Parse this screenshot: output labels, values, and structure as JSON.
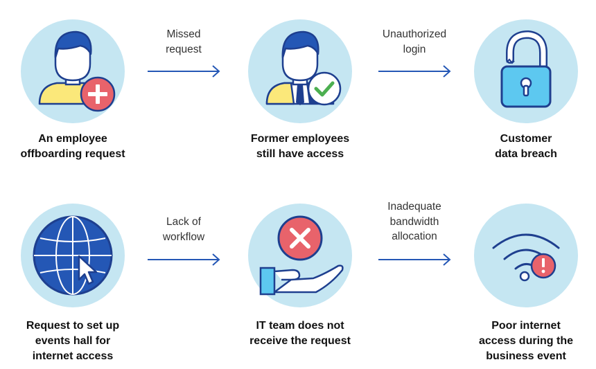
{
  "colors": {
    "circle": "#c5e6f2",
    "outline": "#1e3f8f",
    "hair": "#2457b5",
    "shirt_yellow": "#fbe87a",
    "alert_red": "#e8636b",
    "check_green": "#4caf50",
    "lock_blue": "#5dc8f0",
    "arrow": "#2457b5"
  },
  "row1": {
    "step1": {
      "icon": "employee-add-icon",
      "caption": [
        "An employee",
        "offboarding request"
      ]
    },
    "arrow1": {
      "label": [
        "Missed",
        "request"
      ]
    },
    "step2": {
      "icon": "employee-check-icon",
      "caption": [
        "Former employees",
        "still have access"
      ]
    },
    "arrow2": {
      "label": [
        "Unauthorized",
        "login"
      ]
    },
    "step3": {
      "icon": "broken-lock-icon",
      "caption": [
        "Customer",
        "data breach"
      ]
    }
  },
  "row2": {
    "step1": {
      "icon": "globe-cursor-icon",
      "caption": [
        "Request to set up",
        "events hall for",
        "internet access"
      ]
    },
    "arrow1": {
      "label": [
        "Lack of",
        "workflow"
      ]
    },
    "step2": {
      "icon": "hand-reject-icon",
      "caption": [
        "IT team does not",
        "receive the request"
      ]
    },
    "arrow2": {
      "label": [
        "Inadequate",
        "bandwidth",
        "allocation"
      ]
    },
    "step3": {
      "icon": "wifi-alert-icon",
      "caption": [
        "Poor internet",
        "access during the",
        "business event"
      ]
    }
  }
}
